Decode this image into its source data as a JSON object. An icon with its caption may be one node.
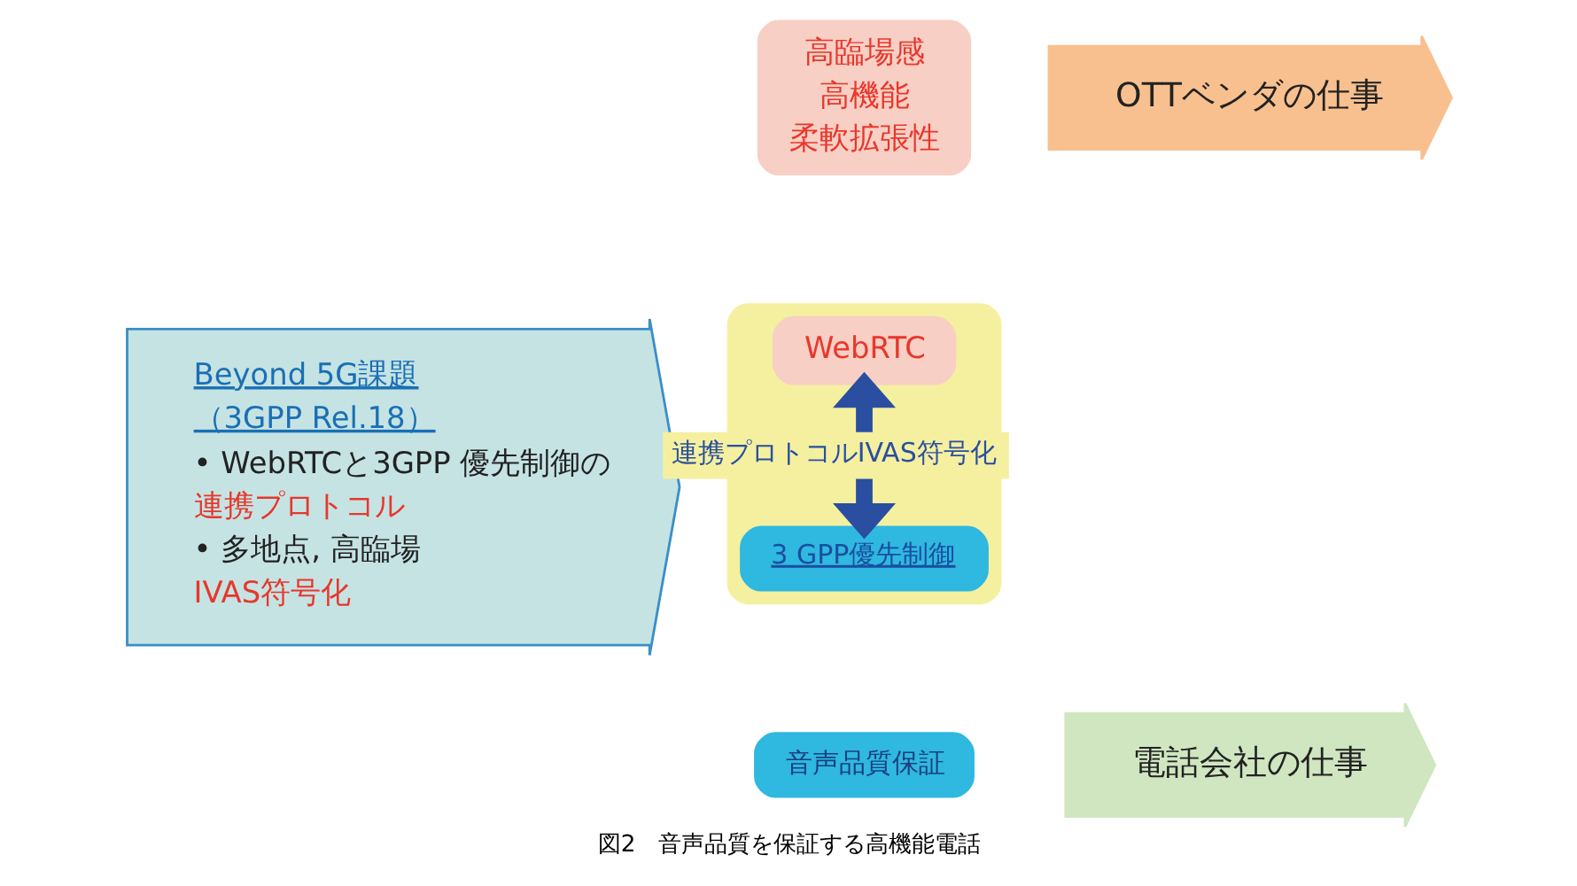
{
  "diagram": {
    "caption": "図2　音声品質を保証する高機能電話",
    "nodes": [
      {
        "text": [
          "Beyond 5G課題",
          "（3GPP Rel.18）",
          "• WebRTCと3GPP 優先制御の",
          "連携プロトコル",
          "• 多地点, 高臨場",
          "IVAS符号化"
        ]
      },
      {
        "text": [
          "高臨場感",
          "高機能",
          "柔軟拡張性"
        ]
      },
      {
        "text": [],
        "shape": "box"
      },
      {
        "text": [
          "WebRTC"
        ],
        "in": 2
      },
      {
        "text": [
          "3 GPP優先制御"
        ],
        "in": 2
      },
      {
        "text": [
          "音声品質保証"
        ]
      },
      {
        "text": [
          "OTTベンダの仕事"
        ]
      },
      {
        "text": [
          "電話会社の仕事"
        ]
      }
    ],
    "edges": [
      {
        "from": 3,
        "to": 4,
        "arrow": "both",
        "label": "連携プロトコルIVAS符号化",
        "color": "#2a4fa0"
      }
    ]
  }
}
